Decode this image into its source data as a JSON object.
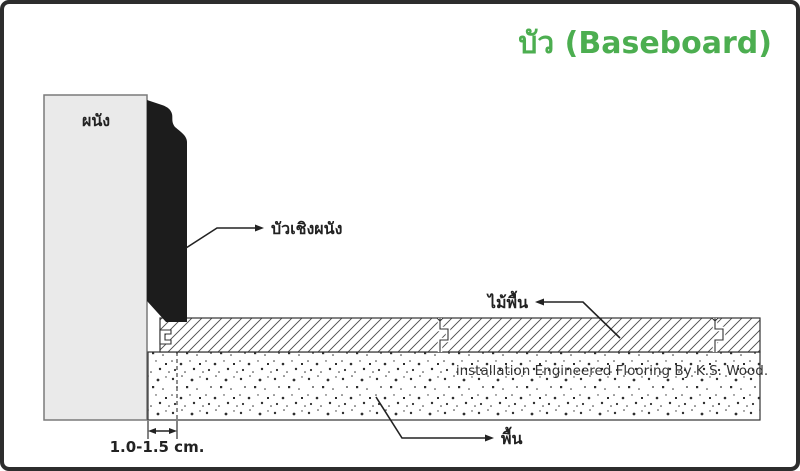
{
  "title": {
    "text": "บัว (Baseboard)",
    "color": "#4cae50"
  },
  "diagram": {
    "wall_label": "ผนัง",
    "baseboard_label": {
      "text": "บัวเชิงผนัง",
      "color": "#d7282f"
    },
    "flooring_label": "ไม้พื้น",
    "subfloor_label": "พื้น",
    "installer_note": "installation Engineered Flooring By K.S. Wood.",
    "gap_dimension": "1.0-1.5 cm."
  },
  "colors": {
    "frame_border": "#2d2d2d",
    "wall_fill": "#eaeaea",
    "wall_stroke": "#7a7a7a",
    "baseboard_fill": "#1c1c1c",
    "line": "#333333"
  }
}
